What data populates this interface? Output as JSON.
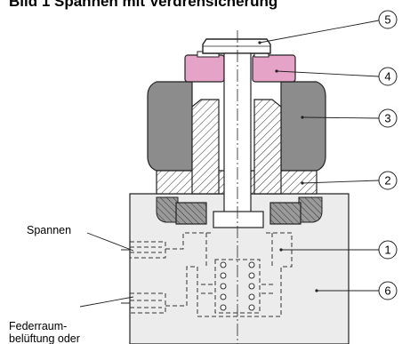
{
  "figure": {
    "title": "Bild 1    Spannen mit Verdrehsicherung"
  },
  "labels": {
    "spannen": "Spannen",
    "federraum_line1": "Federraum-",
    "federraum_line2": "belüftung oder"
  },
  "callouts": [
    "5",
    "4",
    "3",
    "2",
    "1",
    "6"
  ],
  "colors": {
    "body": "#ececec",
    "nut": "#8c8c8c",
    "washer": "#e6a3c8",
    "line": "#222222"
  }
}
